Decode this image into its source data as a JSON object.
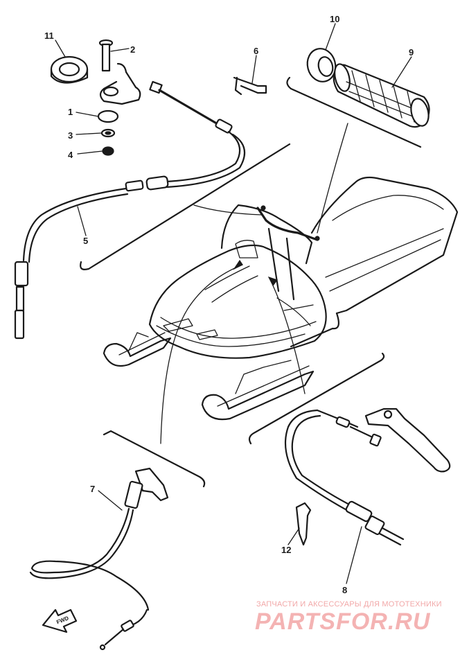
{
  "diagram": {
    "callouts": [
      {
        "id": "1",
        "label": "1",
        "part": "collar"
      },
      {
        "id": "2",
        "label": "2",
        "part": "bolt"
      },
      {
        "id": "3",
        "label": "3",
        "part": "washer"
      },
      {
        "id": "4",
        "label": "4",
        "part": "nut"
      },
      {
        "id": "5",
        "label": "5",
        "part": "throttle-cable"
      },
      {
        "id": "6",
        "label": "6",
        "part": "clip"
      },
      {
        "id": "7",
        "label": "7",
        "part": "speedometer-cable"
      },
      {
        "id": "8",
        "label": "8",
        "part": "brake-cable"
      },
      {
        "id": "9",
        "label": "9",
        "part": "grip"
      },
      {
        "id": "10",
        "label": "10",
        "part": "grip-end-ring"
      },
      {
        "id": "11",
        "label": "11",
        "part": "spacer-ring"
      },
      {
        "id": "12",
        "label": "12",
        "part": "cable-holder"
      }
    ],
    "fwd_label": "FWD"
  },
  "watermark": {
    "tagline": "ЗАПЧАСТИ И АКСЕССУАРЫ ДЛЯ МОТОТЕХНИКИ",
    "logo": "PARTSFOR.RU",
    "color": "#f2a8a8"
  }
}
